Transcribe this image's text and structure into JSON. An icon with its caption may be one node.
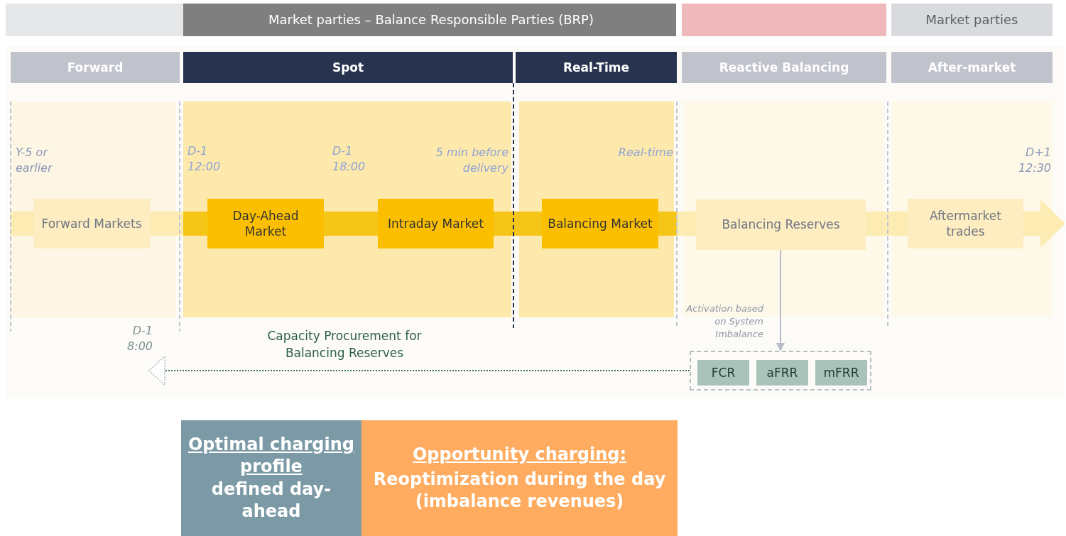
{
  "diagram": {
    "nodes": [
      {
        "text": [
          "Market parties – Balance Responsible Parties (BRP)"
        ]
      },
      {
        "text": [],
        "shape": "bar"
      },
      {
        "text": [
          "Market parties"
        ]
      },
      {
        "text": [
          "Forward"
        ]
      },
      {
        "text": [
          "Spot"
        ]
      },
      {
        "text": [
          "Real-Time"
        ]
      },
      {
        "text": [
          "Reactive Balancing"
        ]
      },
      {
        "text": [
          "After-market"
        ]
      },
      {
        "text": [
          "Forward Markets"
        ]
      },
      {
        "text": [
          "Day-Ahead Market"
        ]
      },
      {
        "text": [
          "Intraday Market"
        ]
      },
      {
        "text": [
          "Balancing Market"
        ]
      },
      {
        "text": [
          "Balancing Reserves"
        ]
      },
      {
        "text": [
          "Aftermarket trades"
        ]
      },
      {
        "text": [],
        "shape": "box"
      },
      {
        "text": [
          "FCR"
        ],
        "in": 14
      },
      {
        "text": [
          "aFRR"
        ],
        "in": 14
      },
      {
        "text": [
          "mFRR"
        ],
        "in": 14
      },
      {
        "text": [
          "Optimal charging profile",
          "defined day-ahead"
        ]
      },
      {
        "text": [
          "Opportunity charging:",
          "Reoptimization during the day (imbalance revenues)"
        ]
      }
    ],
    "edges": [
      {
        "from": 12,
        "to": 14,
        "arrow": "to",
        "label": "Activation based on System Imbalance",
        "color": "#b8bcc8"
      },
      {
        "from": 14,
        "to": null,
        "arrow": "to",
        "label": "Capacity Procurement for Balancing Reserves",
        "style": "dashed",
        "color": "#3a6b55"
      }
    ],
    "labels": [
      "Y-5 or earlier",
      "D-1 12:00",
      "D-1 18:00",
      "5 min before delivery",
      "Real-time",
      "D+1 12:30",
      "D-1 8:00"
    ]
  }
}
